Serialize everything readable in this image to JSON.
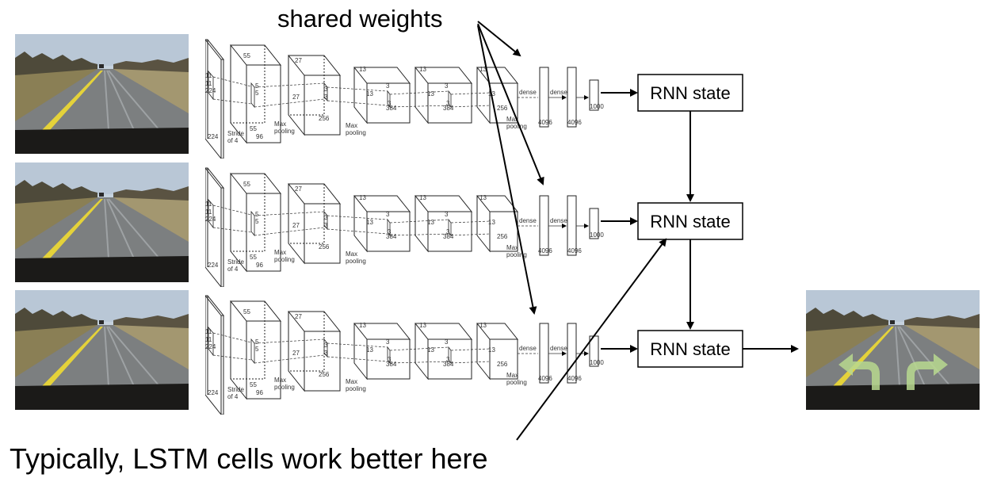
{
  "top_caption": "shared weights",
  "bottom_caption": "Typically, LSTM cells work better here",
  "rnn_label": "RNN state",
  "cnn": {
    "input_dims": [
      "11",
      "11",
      "224",
      "224"
    ],
    "conv1_dims": [
      "55",
      "5",
      "5",
      "55"
    ],
    "conv1_depth": "96",
    "stride_label": [
      "Stride",
      "of 4"
    ],
    "conv2_dims": [
      "27",
      "3",
      "3",
      "27"
    ],
    "conv2_depth": "256",
    "pool_label": [
      "Max",
      "pooling"
    ],
    "conv3_dims": [
      "13",
      "3",
      "3",
      "13"
    ],
    "conv3_depth": "384",
    "conv4_dims": [
      "13",
      "3",
      "3",
      "13"
    ],
    "conv4_depth": "384",
    "conv5_dims": [
      "13",
      "13"
    ],
    "conv5_depth": "256",
    "dense_label": "dense",
    "fc_sizes": [
      "4096",
      "4096",
      "1000"
    ]
  },
  "colors": {
    "sky": "#b9c7d6",
    "road": "#7c7f80",
    "grass": "#8a7f55",
    "trees": "#4e4a3a",
    "lane": "#e4d23a",
    "dash": "#1b1a18",
    "arrow_green": "#b9d98f"
  }
}
